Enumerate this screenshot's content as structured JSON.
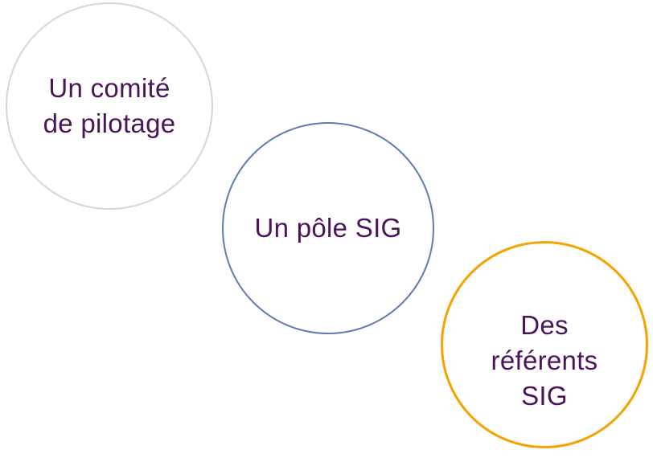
{
  "diagram": {
    "background_color": "#FFFFFF",
    "text_color": "#4B145A",
    "circles": [
      {
        "name": "comite-pilotage",
        "label": "Un comité de pilotage",
        "lines": [
          "Un comité",
          "de pilotage"
        ],
        "border_color": "#D7D7D4",
        "fill_color": "#FFFFFF"
      },
      {
        "name": "pole-sig",
        "label": "Un pôle SIG",
        "lines": [
          "Un pôle SIG"
        ],
        "border_color": "#5E7DAB",
        "fill_color": "#FFFFFF"
      },
      {
        "name": "referents-sig",
        "label": "Des référents SIG",
        "lines": [
          "Des",
          "référents",
          "SIG"
        ],
        "border_color": "#F5A300",
        "fill_color": "#FFFFFF"
      }
    ]
  }
}
